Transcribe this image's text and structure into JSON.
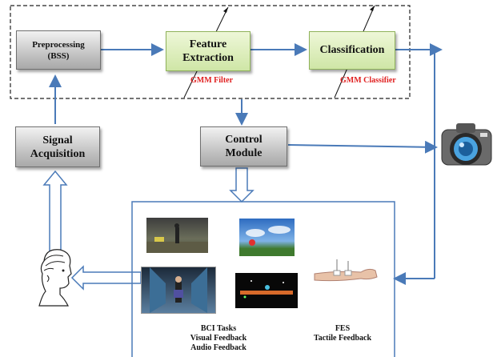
{
  "blocks": {
    "preprocessing": "Preprocessing\n(BSS)",
    "feature_extraction": "Feature\nExtraction",
    "classification": "Classification",
    "signal_acquisition": "Signal\nAcquisition",
    "control_module": "Control\nModule"
  },
  "labels": {
    "gmm_filter": "GMM Filter",
    "gmm_classifier": "GMM Classifier"
  },
  "captions": {
    "bci": [
      "BCI Tasks",
      "Visual Feedback",
      "Audio Feedback"
    ],
    "fes": [
      "FES",
      "Tactile Feedback"
    ]
  },
  "images": {
    "camera": "camera-icon",
    "user": "user-head-icon",
    "thumbnails": [
      "game-scene",
      "sky-balloon",
      "corridor-walker",
      "balance-board",
      "arm-electrodes"
    ]
  },
  "colors": {
    "arrow": "#4a7ab8",
    "box_gray": "#b8b8b8",
    "box_green": "#d6ebb0",
    "label_red": "#e02020"
  }
}
